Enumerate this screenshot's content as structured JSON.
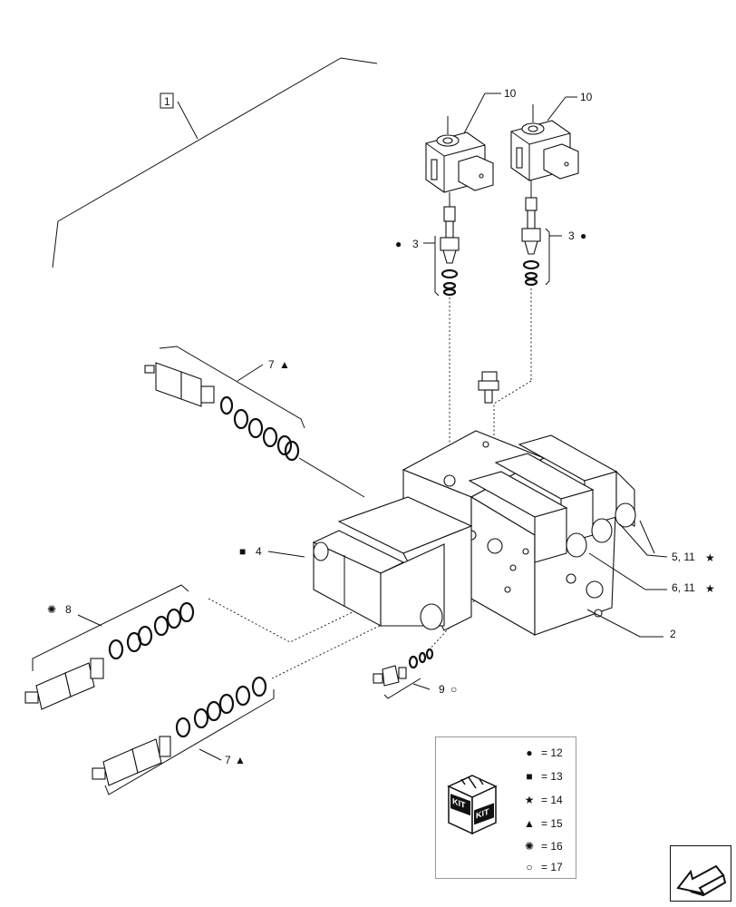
{
  "callouts": {
    "assembly_ref": "1",
    "coil_left": "10",
    "coil_right": "10",
    "cartridge_left": "3",
    "cartridge_right": "3",
    "relief_top": "7",
    "block": "4",
    "relief_left": "8",
    "relief_bottom": "7",
    "plug_small": "9",
    "plugs_upper": "5, 11",
    "plugs_lower": "6, 11",
    "manifold": "2"
  },
  "legend": {
    "rows": [
      {
        "symbol": "●",
        "value": "= 12"
      },
      {
        "symbol": "■",
        "value": "= 13"
      },
      {
        "symbol": "★",
        "value": "= 14"
      },
      {
        "symbol": "▲",
        "value": "= 15"
      },
      {
        "symbol": "✺",
        "value": "= 16"
      },
      {
        "symbol": "○",
        "value": "= 17"
      }
    ],
    "kit_text": "KIT"
  },
  "symbols": {
    "circle_filled": "●",
    "square": "■",
    "star": "★",
    "triangle": "▲",
    "starburst": "✺",
    "circle_open": "○"
  }
}
